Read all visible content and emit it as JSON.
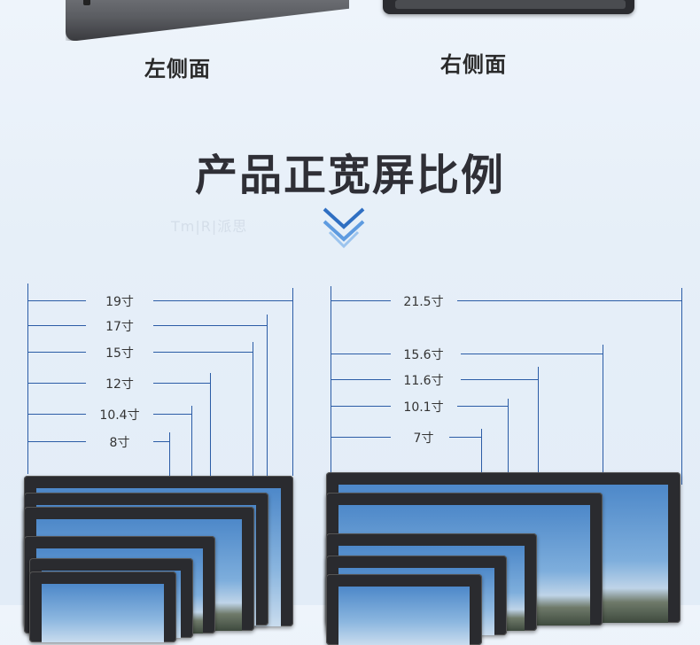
{
  "labels": {
    "left_side": "左侧面",
    "right_side": "右侧面"
  },
  "section_title": "产品正宽屏比例",
  "watermark": "Tm|R|派思",
  "left_group": {
    "sizes": [
      "19寸",
      "17寸",
      "15寸",
      "12寸",
      "10.4寸",
      "8寸"
    ]
  },
  "right_group": {
    "sizes": [
      "21.5寸",
      "15.6寸",
      "11.6寸",
      "10.1寸",
      "7寸"
    ]
  },
  "colors": {
    "dimension_line": "#2b5ca6",
    "bezel": "#2a2b2f",
    "title": "#2f2f36"
  },
  "icons": {
    "chevron": "double-chevron-down-icon"
  }
}
